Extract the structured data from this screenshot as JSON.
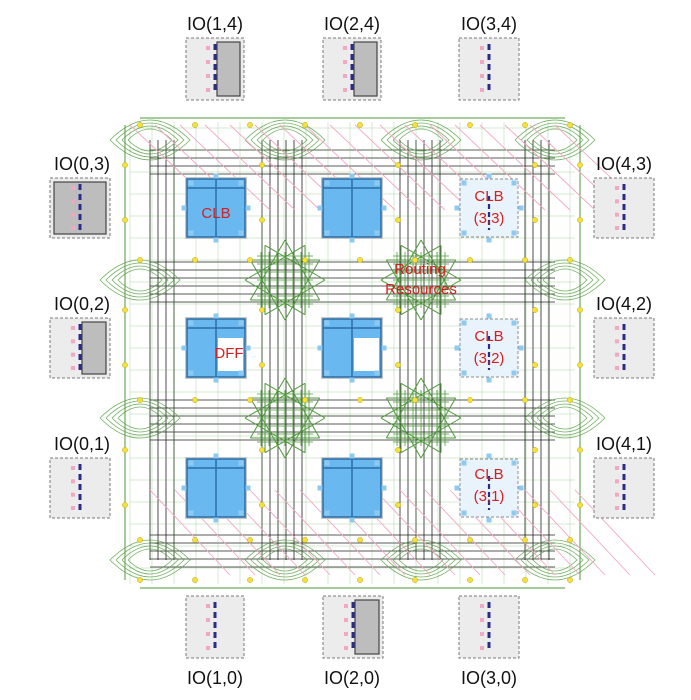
{
  "io_labels": {
    "io_1_4": "IO(1,4)",
    "io_2_4": "IO(2,4)",
    "io_3_4": "IO(3,4)",
    "io_0_3": "IO(0,3)",
    "io_0_2": "IO(0,2)",
    "io_0_1": "IO(0,1)",
    "io_4_3": "IO(4,3)",
    "io_4_2": "IO(4,2)",
    "io_4_1": "IO(4,1)",
    "io_1_0": "IO(1,0)",
    "io_2_0": "IO(2,0)",
    "io_3_0": "IO(3,0)"
  },
  "annotations": {
    "clb": "CLB",
    "dff": "DFF",
    "routing_line1": "Routing",
    "routing_line2": "Resources",
    "clb_3_3_line1": "CLB",
    "clb_3_3_line2": "(3,3)",
    "clb_3_2_line1": "CLB",
    "clb_3_2_line2": "(3,2)",
    "clb_3_1_line1": "CLB",
    "clb_3_1_line2": "(3,1)"
  },
  "colors": {
    "clb_active": "#6ab8f0",
    "clb_inactive": "#e8f3fc",
    "io_used": "#bdbdbd",
    "io_unused": "#ececec",
    "routing_green": "#4e9a3a",
    "wire_black": "#222222",
    "pip_pink": "#f2a7c4",
    "switch_yellow": "#f5e13a",
    "pin_blue": "#8ec9ef",
    "label_red": "#d42020"
  }
}
